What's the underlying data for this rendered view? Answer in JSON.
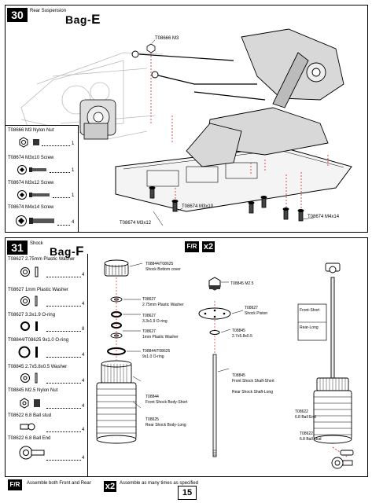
{
  "step30": {
    "number": "30",
    "subtitle": "Rear Suspension",
    "bag_prefix": "Bag-",
    "bag_letter": "E",
    "parts": [
      {
        "code": "T08666",
        "name": "M3 Nylon Nut",
        "qty": "1"
      },
      {
        "code": "T08674",
        "name": "M3x10 Screw",
        "qty": "1"
      },
      {
        "code": "T08674",
        "name": "M3x12 Screw",
        "qty": "1"
      },
      {
        "code": "T08674",
        "name": "M4x14 Screw",
        "qty": "4"
      }
    ],
    "callouts": {
      "nut": "T08666 M3",
      "screw_m3x10": "T08674 M3x10",
      "screw_m3x12": "T08674 M3x12",
      "screw_m4x14": "T08674 M4x14"
    }
  },
  "step31": {
    "number": "31",
    "subtitle": "Shock",
    "bag_prefix": "Bag-",
    "bag_letter": "F",
    "fr_badge": "F/R",
    "x2_badge": "x2",
    "parts": [
      {
        "code": "T08627",
        "name": "2.75mm Plastic Washer",
        "qty": "4"
      },
      {
        "code": "T08627",
        "name": "1mm Plastic Washer",
        "qty": "4"
      },
      {
        "code": "T08627",
        "name": "3.3x1.9 O-ring",
        "qty": "8"
      },
      {
        "code": "T08844/T08625",
        "name": "9x1.0 O-ring",
        "qty": "4"
      },
      {
        "code": "T08845",
        "name": "2.7x5.8x0.5 Washer",
        "qty": "4"
      },
      {
        "code": "T08845",
        "name": "M2.5 Nylon Nut",
        "qty": "4"
      },
      {
        "code": "T08622",
        "name": "6.8 Ball stud",
        "qty": "4"
      },
      {
        "code": "T08622",
        "name": "6.8 Ball End",
        "qty": "4"
      }
    ],
    "callouts": {
      "cap_code": "T08844/T08625",
      "cap_name": "Shock Bottom cover",
      "w275_code": "T08627",
      "w275_name": "2.75mm Plastic Washer",
      "oring_code": "T08627",
      "oring_name": "3.3x1.9 O-ring",
      "w1_code": "T08627",
      "w1_name": "1mm Plastic Washer",
      "o9_code": "T08844/T08625",
      "o9_name": "9x1.0 O-ring",
      "body_code": "T08844",
      "body_name": "Front Shock Body-Short",
      "body2_code": "T08625",
      "body2_name": "Rear Shock Body-Long",
      "nut_code": "T08845 M2.5",
      "piston_code": "T08627",
      "piston_name": "Shock Piston",
      "washer_code": "T08845",
      "washer_name": "2.7x5.8x0.5",
      "shaft_code": "T08845",
      "shaft_name": "Front Shock Shaft-Short",
      "shaft2_name": "Rear Shock Shaft-Long",
      "front_short": "Front-Short",
      "rear_long": "Rear-Long",
      "ballend_code": "T08622",
      "ballend_name": "6.8 Ball End",
      "ballstud_code": "T08622",
      "ballstud_name": "6.8 Ball stud"
    }
  },
  "legend": {
    "fr_badge": "F/R",
    "fr_text": "Assemble both Front and Rear",
    "x2_badge": "x2",
    "x2_text": "Assemble as many times as specified"
  },
  "page_number": "15"
}
